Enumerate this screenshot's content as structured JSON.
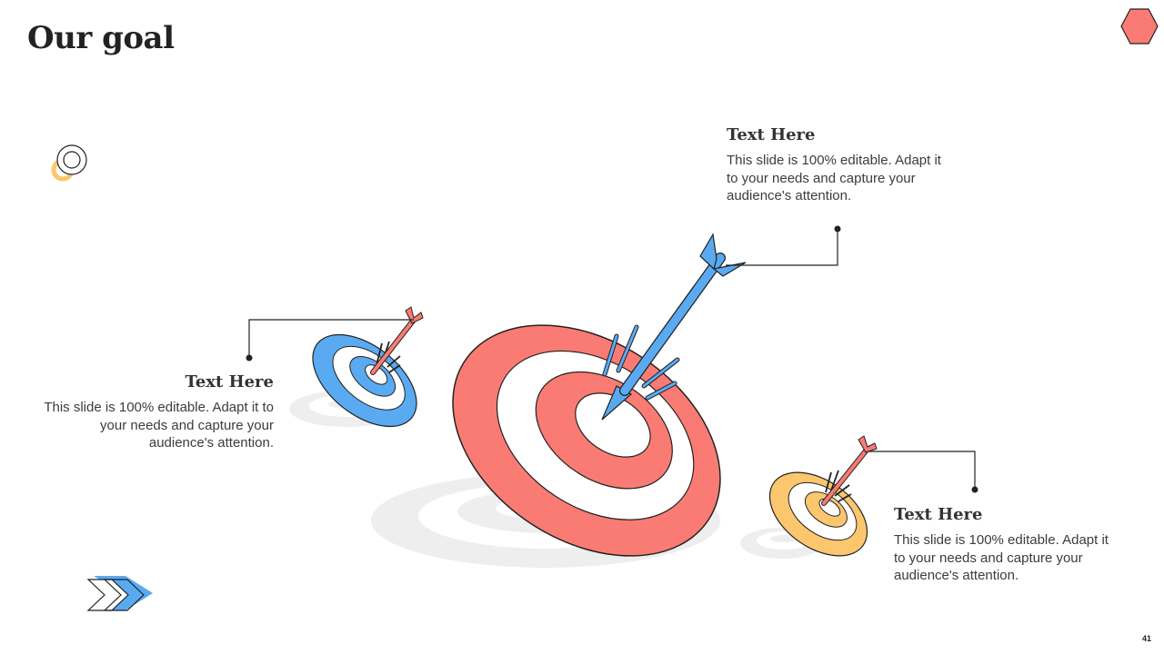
{
  "slide": {
    "title": "Our goal",
    "page_number": "41"
  },
  "blocks": [
    {
      "heading": "Text Here",
      "body": "This slide is 100% editable. Adapt it to your needs and capture your audience's attention."
    },
    {
      "heading": "Text Here",
      "body": "This slide is 100% editable. Adapt it to your needs and capture your audience's attention."
    },
    {
      "heading": "Text Here",
      "body": "This slide is 100% editable. Adapt it to your needs and capture your audience's attention."
    }
  ],
  "colors": {
    "red": "#fa7b73",
    "blue": "#5aaaf2",
    "orange": "#fbc66e",
    "shadow": "#eeeeee",
    "outline": "#222222"
  },
  "icons": [
    "hexagon-icon",
    "concentric-circles-icon",
    "fast-forward-arrows-icon",
    "dartboard-icon",
    "dart-icon"
  ]
}
